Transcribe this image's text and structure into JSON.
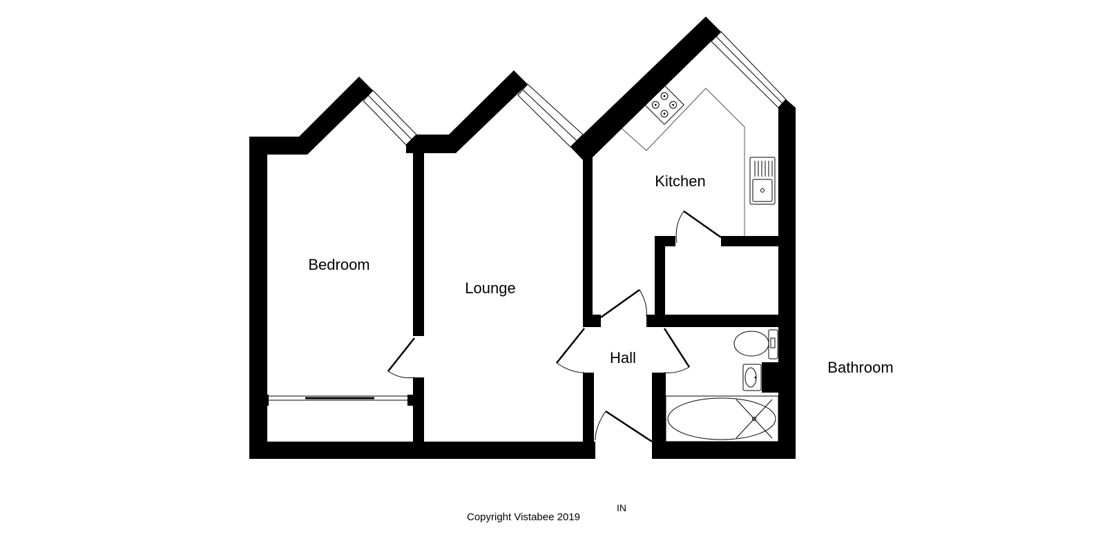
{
  "rooms": {
    "bedroom": "Bedroom",
    "lounge": "Lounge",
    "kitchen": "Kitchen",
    "hall": "Hall",
    "bathroom": "Bathroom"
  },
  "footer": {
    "copyright": "Copyright  Vistabee 2019",
    "entrance": "IN"
  },
  "colors": {
    "wall": "#000000",
    "background": "#ffffff",
    "fixture_line": "#000000"
  }
}
